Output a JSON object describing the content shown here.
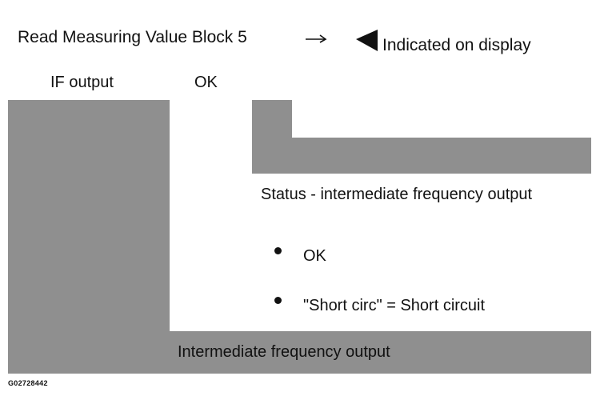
{
  "header": {
    "text": "Read Measuring Value Block 5",
    "arrow_icon": "right-arrow-icon",
    "pointer_icon": "left-triangle-icon",
    "pointer_text": "Indicated on display"
  },
  "fields": {
    "field1_label": "IF output",
    "field2_label": "OK"
  },
  "status": {
    "title": "Status - intermediate frequency output",
    "options": [
      "OK",
      "\"Short circ\" = Short circuit"
    ]
  },
  "bottom_bar": {
    "label": "Intermediate frequency output"
  },
  "colors": {
    "block_fill": "#8f8f8f",
    "text": "#111111",
    "background": "#ffffff"
  },
  "figure_id": "G02728442"
}
